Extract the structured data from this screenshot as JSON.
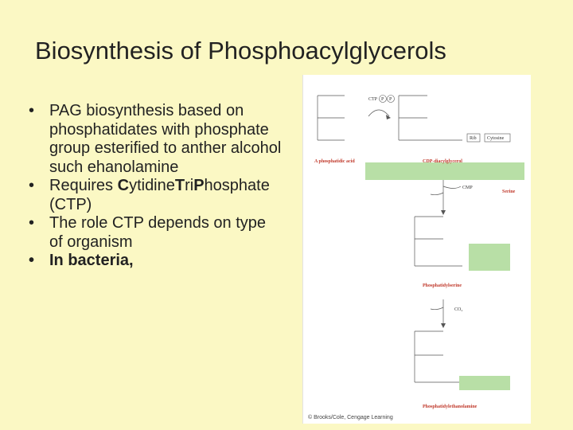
{
  "slide": {
    "title": "Biosynthesis of Phosphoacylglycerols",
    "bullets": [
      {
        "parts": [
          "PAG biosynthesis based on phosphatidates with phosphate group esterified to anther alcohol such ehanolamine"
        ]
      },
      {
        "parts": [
          "Requires ",
          "C",
          "ytidine",
          "T",
          "ri",
          "P",
          "hosphate (CTP)"
        ]
      },
      {
        "parts": [
          "The role CTP depends on type of organism"
        ]
      },
      {
        "parts": [
          "In bacteria,"
        ]
      }
    ]
  },
  "figure": {
    "phosphatidic_acid_label": "A phosphatidic acid",
    "cdp_diacylglycerol_label": "CDP-diacylglycerol",
    "ctp_label": "CTP",
    "ppi_p1": "P",
    "ppi_p2": "P",
    "rib_label": "Rib",
    "cytosine_label": "Cytosine",
    "serine_label": "Serine",
    "cmp_label": "CMP",
    "phosphatidylserine_label": "Phosphatidylserine",
    "co2_label": "CO₂",
    "phosphatidylethanolamine_label": "Phosphatidylethanolamine",
    "copyright": "© Brooks/Cole, Cengage Learning",
    "accent_red": "#c0392b",
    "highlight_green": "#b8dfa6"
  }
}
